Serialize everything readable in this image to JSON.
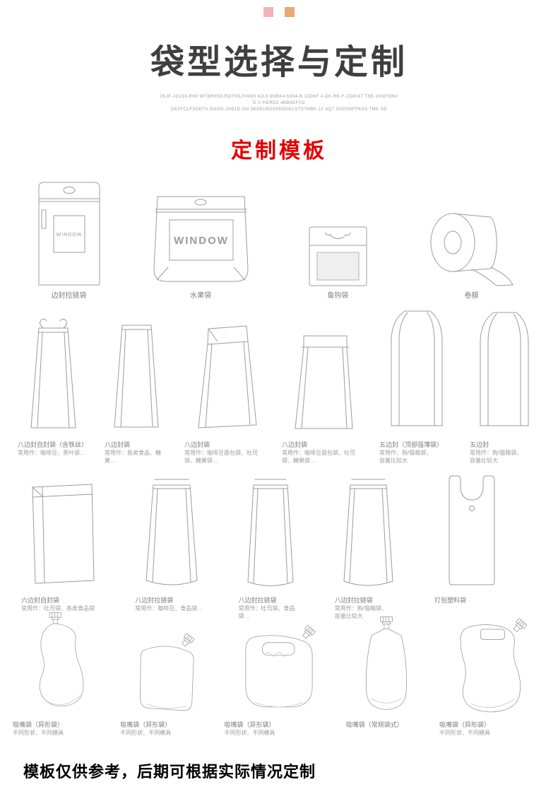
{
  "decor": {
    "square1": "#f0b2bc",
    "square2": "#e8aa70",
    "accent_red": "#e60000"
  },
  "header": {
    "title": "袋型选择与定制",
    "fine_print": [
      "2KJF-JG215-R6V WT6RH5GJ5DTH5JY4GH 6JL5   6NBK4-5604-B   15DKF   4-DK-RK-F-CDKI47   T5E-JGNFDNV",
      "D.V   HDRD5   4BB9DFYD",
      "DK3YCLFSDEFU   DAGN.JHB1D.GN   3KD5URD3SD5GN1STD7HBK.JX   4Q7   SSDSNFPKD5 7MK SD"
    ],
    "subtitle": "定制模板"
  },
  "window_text": "WINDOW",
  "rows": [
    {
      "items": [
        {
          "label": "边封拉链袋",
          "desc": ""
        },
        {
          "label": "水果袋",
          "desc": ""
        },
        {
          "label": "鱼钩袋",
          "desc": ""
        },
        {
          "label": "卷膜",
          "desc": ""
        }
      ]
    },
    {
      "items": [
        {
          "label": "八边封自封袋（含铁丝）",
          "desc": "常用作：咖啡豆、茶叶袋…"
        },
        {
          "label": "八边封袋",
          "desc": "常用作：各类食品、糖果…"
        },
        {
          "label": "八边封袋",
          "desc": "常用作：咖啡豆面包袋、吐司袋、糖果袋…"
        },
        {
          "label": "八边封袋",
          "desc": "常用作：咖啡豆面包袋、吐司袋、糖果袋…"
        },
        {
          "label": "五边封（顶部强薄袋）",
          "desc": "常用作：狗/猫粮袋，\n容量比较大"
        },
        {
          "label": "五边封",
          "desc": "常用作：狗/猫粮袋、\n容量比较大"
        }
      ]
    },
    {
      "items": [
        {
          "label": "六边封自封袋",
          "desc": "常用作：吐司袋、各类食品袋"
        },
        {
          "label": "八边封拉链袋",
          "desc": "常用作：咖啡豆、食品袋…"
        },
        {
          "label": "八边封拉链袋",
          "desc": "常用作：吐司袋、食品袋…"
        },
        {
          "label": "八边封拉链袋",
          "desc": "常用作：狗/猫粮袋、\n容量比较大"
        },
        {
          "label": "打包塑料袋",
          "desc": ""
        }
      ]
    },
    {
      "items": [
        {
          "label": "吸嘴袋（异形袋）",
          "desc": "不同形状、不同模具"
        },
        {
          "label": "吸嘴袋（异形袋）",
          "desc": "不同形状、不同模具"
        },
        {
          "label": "吸嘴袋（异形袋）",
          "desc": "不同形状、不同模具"
        },
        {
          "label": "吸嘴袋（常规袋式）",
          "desc": ""
        },
        {
          "label": "吸嘴袋（异形袋）",
          "desc": "不同形状、不同模具"
        }
      ]
    }
  ],
  "footer": "模板仅供参考，后期可根据实际情况定制"
}
